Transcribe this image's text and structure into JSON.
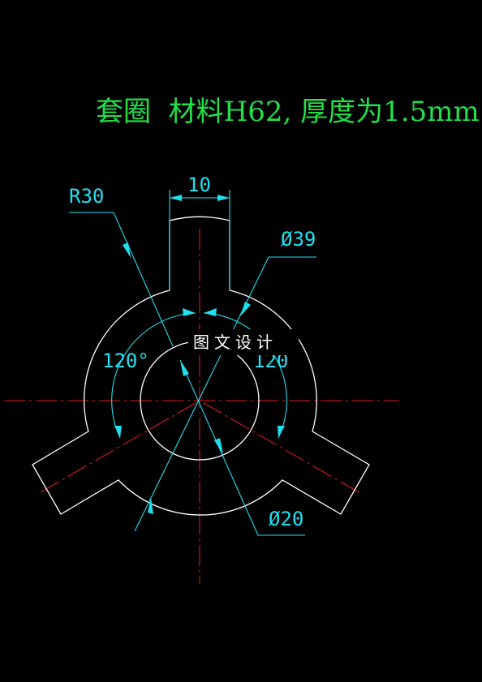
{
  "drawing": {
    "title": "套圈  材料H62, 厚度为1.5mm",
    "watermark": "图文设计",
    "dimensions": {
      "slot_width": "10",
      "outer_radius": "R30",
      "outer_diameter": "Ø39",
      "inner_diameter": "Ø20",
      "angle_left": "120°",
      "angle_right": "120"
    }
  },
  "colors": {
    "background": "#000000",
    "title": "#22e04a",
    "part_outline": "#ffffff",
    "center_lines": "#e01818",
    "dimension_lines": "#20e0f0"
  }
}
